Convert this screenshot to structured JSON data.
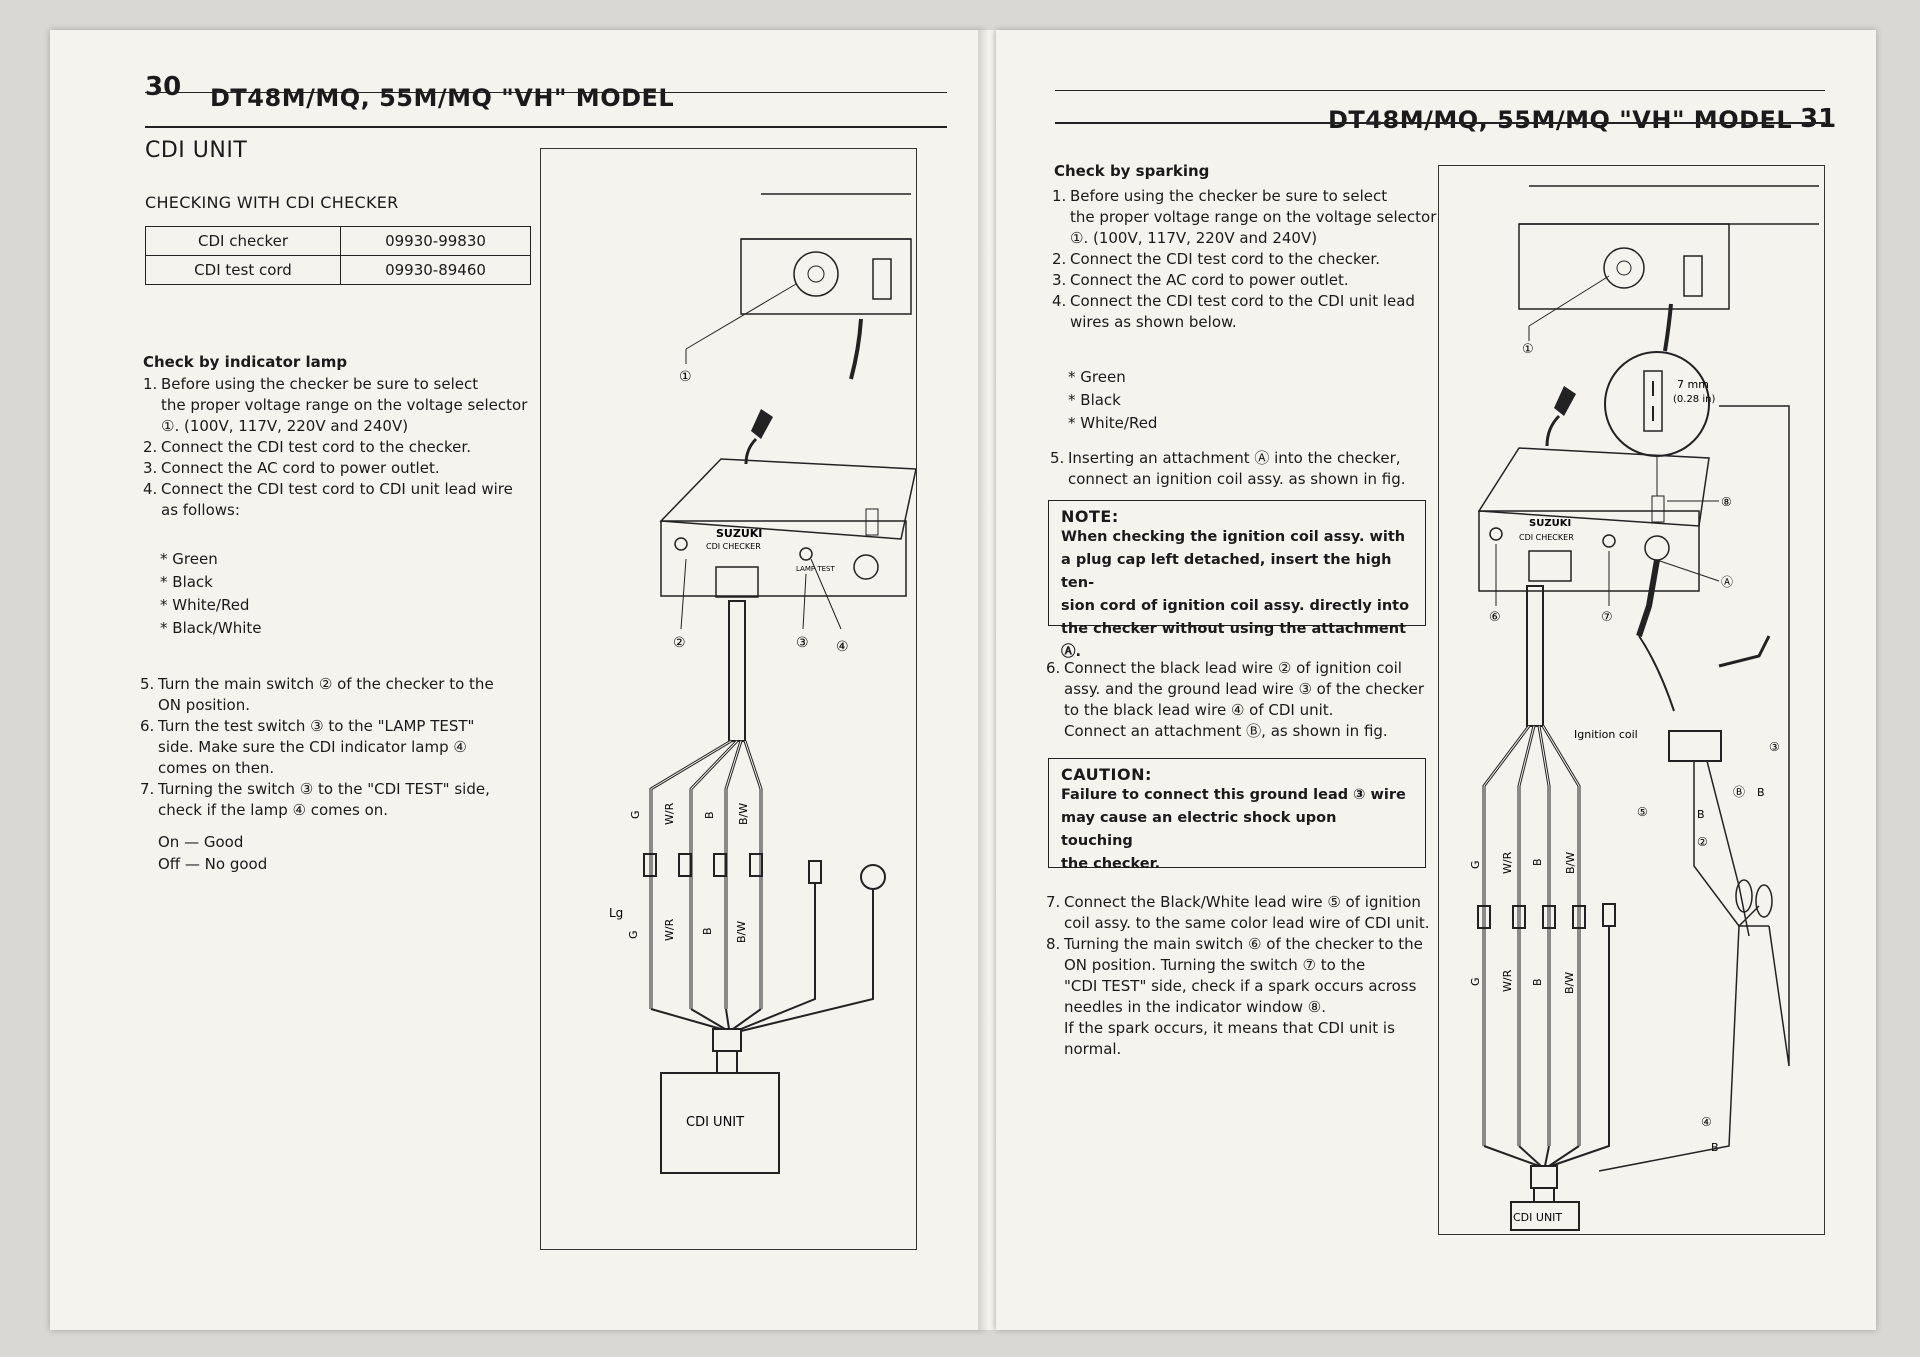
{
  "left_page": {
    "page_number": "30",
    "header_title": "DT48M/MQ, 55M/MQ \"VH\" MODEL",
    "section_title": "CDI UNIT",
    "subsection_title": "CHECKING WITH CDI CHECKER",
    "tools": [
      {
        "name": "CDI checker",
        "part": "09930-99830"
      },
      {
        "name": "CDI test cord",
        "part": "09930-89460"
      }
    ],
    "procedure_title": "Check by indicator lamp",
    "steps": [
      {
        "num": "1.",
        "lines": [
          "Before using the checker be sure to select",
          "the proper voltage range on the voltage selector",
          "①. (100V, 117V, 220V and 240V)"
        ]
      },
      {
        "num": "2.",
        "lines": [
          "Connect the CDI test cord to the checker."
        ]
      },
      {
        "num": "3.",
        "lines": [
          "Connect the AC cord to power outlet."
        ]
      },
      {
        "num": "4.",
        "lines": [
          "Connect the CDI test cord to CDI unit lead wire",
          "as follows:"
        ]
      }
    ],
    "wires": [
      "Green",
      "Black",
      "White/Red",
      "Black/White"
    ],
    "steps2": [
      {
        "num": "5.",
        "lines": [
          "Turn the main switch ② of the checker to the",
          "ON position."
        ]
      },
      {
        "num": "6.",
        "lines": [
          "Turn the test switch ③ to the \"LAMP TEST\"",
          "side. Make sure the CDI indicator lamp ④",
          "comes on then."
        ]
      },
      {
        "num": "7.",
        "lines": [
          "Turning the switch ③ to the \"CDI TEST\" side,",
          "check if the lamp ④ comes on."
        ]
      }
    ],
    "result_good": "On — Good",
    "result_bad": "Off — No good",
    "figure": {
      "callouts": [
        "①",
        "②",
        "③",
        "④"
      ],
      "brand": "SUZUKI",
      "checker_label": "CDI CHECKER",
      "lamp_test": "LAMP TEST",
      "wire_labels": [
        "G",
        "W/R",
        "B",
        "B/W"
      ],
      "wire_labels_lower": [
        "G",
        "W/R",
        "B",
        "B/W"
      ],
      "lg_label": "Lg",
      "unit_label": "CDI UNIT"
    }
  },
  "right_page": {
    "page_number": "31",
    "header_title": "DT48M/MQ, 55M/MQ \"VH\" MODEL",
    "procedure_title": "Check by sparking",
    "steps": [
      {
        "num": "1.",
        "lines": [
          "Before using the checker be sure to select",
          "the proper voltage range on the voltage selector",
          "①. (100V, 117V, 220V and 240V)"
        ]
      },
      {
        "num": "2.",
        "lines": [
          "Connect the CDI test cord to the checker."
        ]
      },
      {
        "num": "3.",
        "lines": [
          "Connect the AC cord to power outlet."
        ]
      },
      {
        "num": "4.",
        "lines": [
          "Connect the CDI test cord to the CDI unit lead",
          "wires as shown below."
        ]
      }
    ],
    "wires": [
      "Green",
      "Black",
      "White/Red"
    ],
    "step5": {
      "num": "5.",
      "lines": [
        "Inserting an attachment Ⓐ into the checker,",
        "connect an ignition coil assy. as shown in fig."
      ]
    },
    "note": {
      "title": "NOTE:",
      "lines": [
        "When checking the ignition coil assy. with",
        "a plug cap left detached, insert the high ten-",
        "sion cord of ignition coil assy. directly into",
        "the checker without using the attachment Ⓐ."
      ]
    },
    "step6": {
      "num": "6.",
      "lines": [
        "Connect the black lead wire ② of ignition coil",
        "assy. and the ground lead wire ③ of the checker",
        "to the black lead wire ④ of CDI unit.",
        "Connect an attachment Ⓑ, as shown in fig."
      ]
    },
    "caution": {
      "title": "CAUTION:",
      "lines": [
        "Failure to connect this ground lead ③ wire",
        "may cause an electric shock upon touching",
        "the checker."
      ]
    },
    "steps3": [
      {
        "num": "7.",
        "lines": [
          "Connect the Black/White lead wire ⑤ of ignition",
          "coil assy. to the same color lead wire of CDI unit."
        ]
      },
      {
        "num": "8.",
        "lines": [
          "Turning the main switch ⑥ of the checker to the",
          "ON position. Turning the switch ⑦ to the",
          "\"CDI TEST\" side, check if a spark occurs across",
          "needles in the indicator window ⑧.",
          "If the spark occurs, it means that CDI unit is",
          "normal."
        ]
      }
    ],
    "figure": {
      "callouts": [
        "①",
        "⑥",
        "⑦",
        "⑧",
        "Ⓐ",
        "③",
        "Ⓑ",
        "②",
        "⑤",
        "④"
      ],
      "gap_label": "7 mm",
      "gap_inch": "(0.28 in)",
      "brand": "SUZUKI",
      "checker_label": "CDI CHECKER",
      "coil_label": "Ignition coil",
      "wire_labels": [
        "G",
        "W/R",
        "B",
        "B/W"
      ],
      "wire_labels_lower": [
        "G",
        "W/R",
        "B",
        "B/W"
      ],
      "b_labels": [
        "B",
        "B",
        "B"
      ],
      "unit_label": "CDI UNIT"
    }
  }
}
